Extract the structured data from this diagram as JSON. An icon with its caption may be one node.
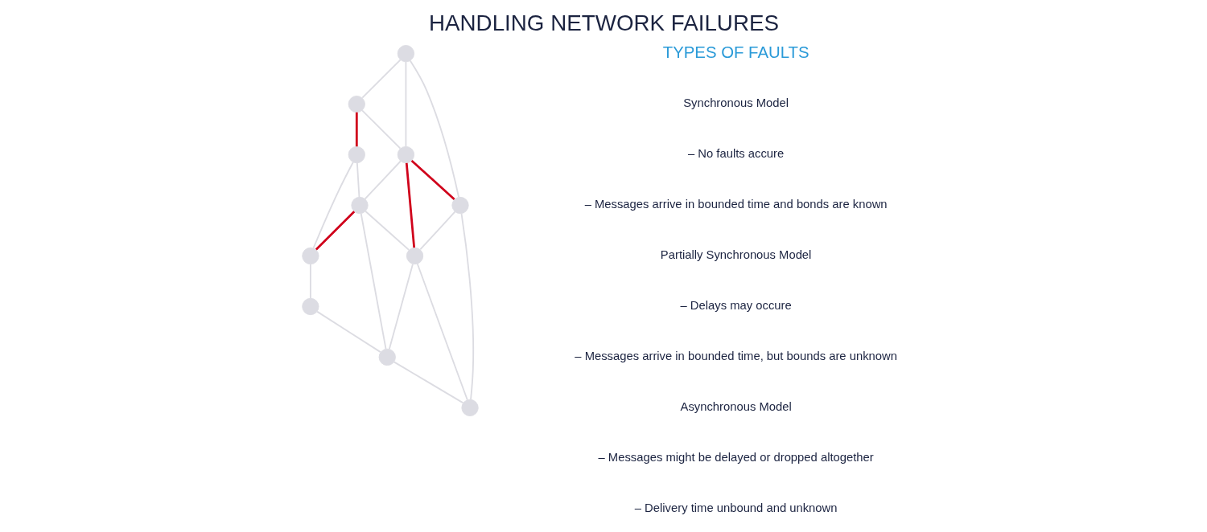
{
  "diagram": {
    "title": "HANDLING NETWORK FAILURES",
    "nodes": [
      {
        "text": [],
        "shape": "circle"
      },
      {
        "text": [],
        "shape": "circle"
      },
      {
        "text": [],
        "shape": "circle"
      },
      {
        "text": [],
        "shape": "circle"
      },
      {
        "text": [],
        "shape": "circle"
      },
      {
        "text": [],
        "shape": "circle"
      },
      {
        "text": [],
        "shape": "circle"
      },
      {
        "text": [],
        "shape": "circle"
      },
      {
        "text": [],
        "shape": "circle"
      },
      {
        "text": [],
        "shape": "circle"
      },
      {
        "text": [],
        "shape": "circle"
      }
    ],
    "edges": [
      {
        "from": 1,
        "to": 0,
        "arrow": "none",
        "color": "#d0021b"
      },
      {
        "from": 0,
        "to": 4,
        "arrow": "none"
      },
      {
        "from": 0,
        "to": 2,
        "arrow": "none"
      },
      {
        "from": 3,
        "to": 1,
        "arrow": "none"
      },
      {
        "from": 1,
        "to": 5,
        "arrow": "none"
      },
      {
        "from": 3,
        "to": 5,
        "arrow": "none"
      },
      {
        "from": 3,
        "to": 7,
        "arrow": "none"
      },
      {
        "from": 5,
        "to": 4,
        "arrow": "none"
      },
      {
        "from": 4,
        "to": 2,
        "arrow": "none",
        "color": "#d0021b"
      },
      {
        "from": 2,
        "to": 6,
        "arrow": "none"
      },
      {
        "from": 5,
        "to": 7,
        "arrow": "none",
        "color": "#d0021b"
      },
      {
        "from": 5,
        "to": 8,
        "arrow": "none",
        "color": "#d0021b"
      },
      {
        "from": 4,
        "to": 8,
        "arrow": "none"
      },
      {
        "from": 4,
        "to": 9,
        "arrow": "none"
      },
      {
        "from": 6,
        "to": 9,
        "arrow": "none"
      },
      {
        "from": 7,
        "to": 8,
        "arrow": "none"
      },
      {
        "from": 8,
        "to": 9,
        "arrow": "none"
      },
      {
        "from": 7,
        "to": 10,
        "arrow": "none"
      },
      {
        "from": 8,
        "to": 10,
        "arrow": "none"
      },
      {
        "from": 9,
        "to": 10,
        "arrow": "none"
      }
    ],
    "labels": [
      "TYPES OF FAULTS",
      "Synchronous Model",
      "– No faults accure",
      "– Messages arrive in bounded time and bonds are known",
      "Partially Synchronous Model",
      "– Delays may occure",
      "– Messages arrive in bounded time, but bounds are unknown",
      "Asynchronous Model",
      "– Messages might be delayed or dropped altogether",
      "– Delivery time unbound and unknown"
    ]
  }
}
